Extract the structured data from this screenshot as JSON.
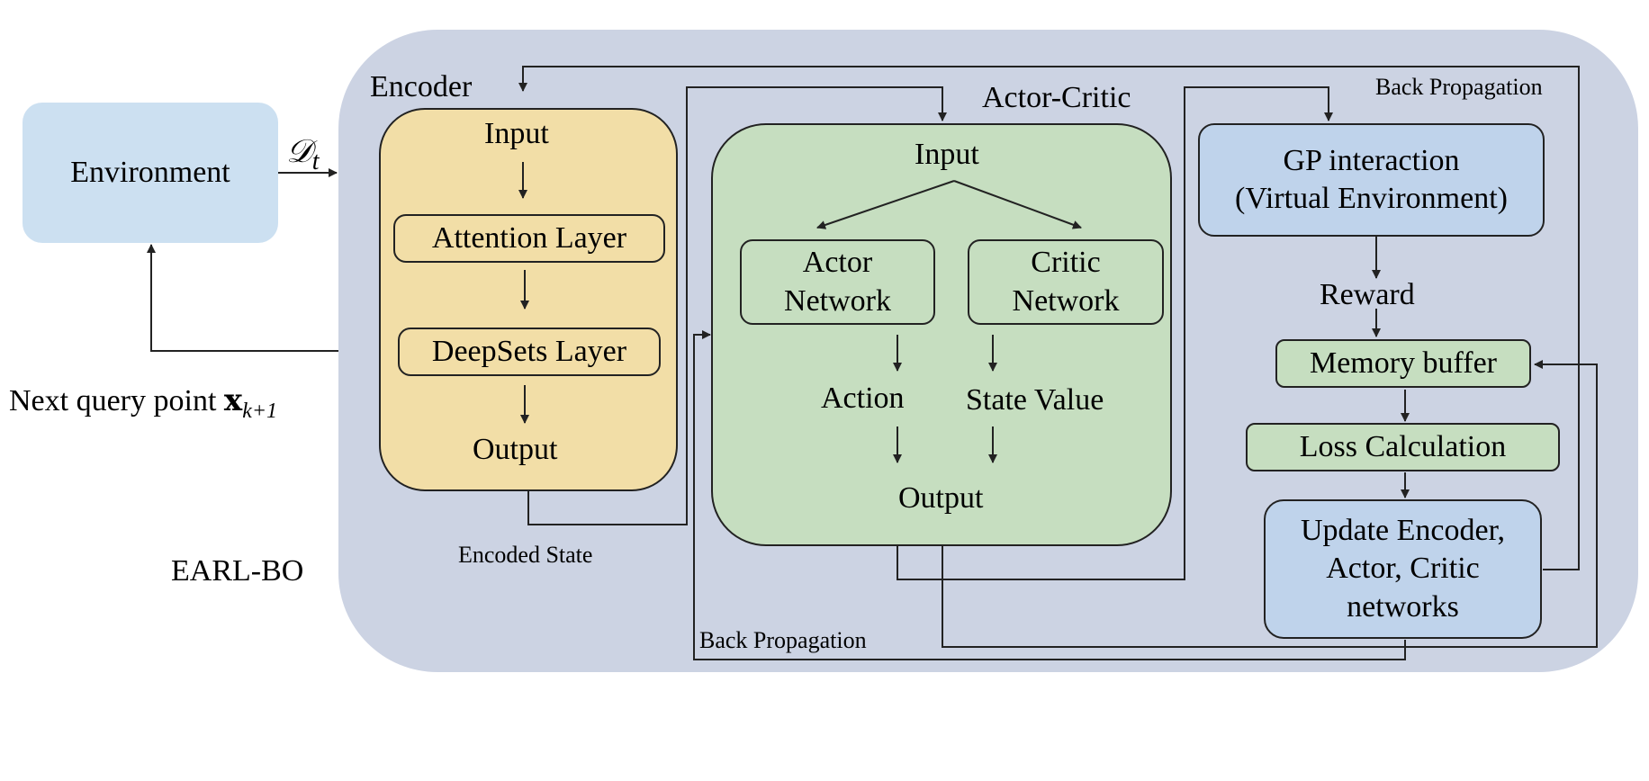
{
  "colors": {
    "earl_bg": "#ccd3e3",
    "environment": "#cce0f1",
    "encoder": "#f2dea7",
    "actor_critic": "#c6dec0",
    "blue_box": "#bfd3eb",
    "green_box": "#c6dec0",
    "line": "#222222"
  },
  "environment": {
    "label": "Environment"
  },
  "input_symbol": {
    "script_D": "𝒟",
    "subscript": "t"
  },
  "next_query": {
    "prefix": "Next query point ",
    "bold": "x",
    "subscript": "k+1"
  },
  "earl_bo": {
    "label": "EARL-BO"
  },
  "encoder": {
    "title": "Encoder",
    "input": "Input",
    "attention": "Attention Layer",
    "deepsets": "DeepSets Layer",
    "output": "Output",
    "encoded_state": "Encoded State"
  },
  "actor_critic": {
    "title": "Actor-Critic",
    "input": "Input",
    "actor_line1": "Actor",
    "actor_line2": "Network",
    "critic_line1": "Critic",
    "critic_line2": "Network",
    "action": "Action",
    "state_value": "State Value",
    "output": "Output"
  },
  "right": {
    "back_prop_top": "Back Propagation",
    "gp_line1": "GP interaction",
    "gp_line2": "(Virtual Environment)",
    "reward": "Reward",
    "memory": "Memory buffer",
    "loss": "Loss Calculation",
    "update_line1": "Update Encoder,",
    "update_line2": "Actor, Critic",
    "update_line3": "networks"
  },
  "back_prop_bottom": "Back Propagation"
}
